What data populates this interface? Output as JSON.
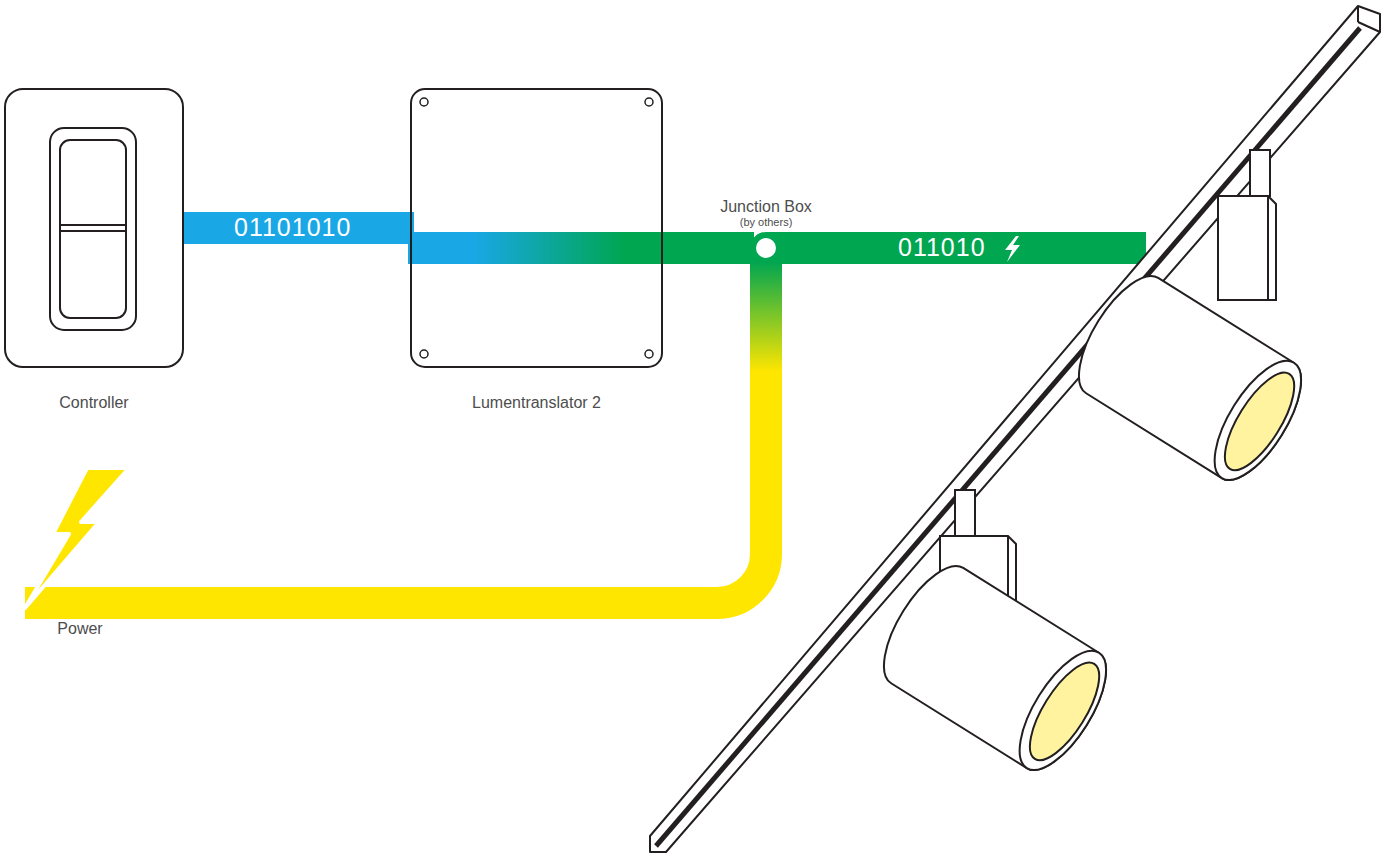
{
  "diagram": {
    "nodes": [
      {
        "text": [
          "Controller"
        ]
      },
      {
        "text": [
          "Lumentranslator 2"
        ]
      },
      {
        "text": [
          "Junction Box",
          "(by others)"
        ]
      },
      {
        "text": [
          "Power"
        ]
      }
    ],
    "edges": [
      {
        "from": 0,
        "to": 1,
        "label": "01101010",
        "arrow": "none"
      },
      {
        "from": 1,
        "to": 2,
        "arrow": "none"
      },
      {
        "from": 3,
        "to": 2,
        "arrow": "none"
      }
    ],
    "labels": [
      "011010"
    ]
  }
}
